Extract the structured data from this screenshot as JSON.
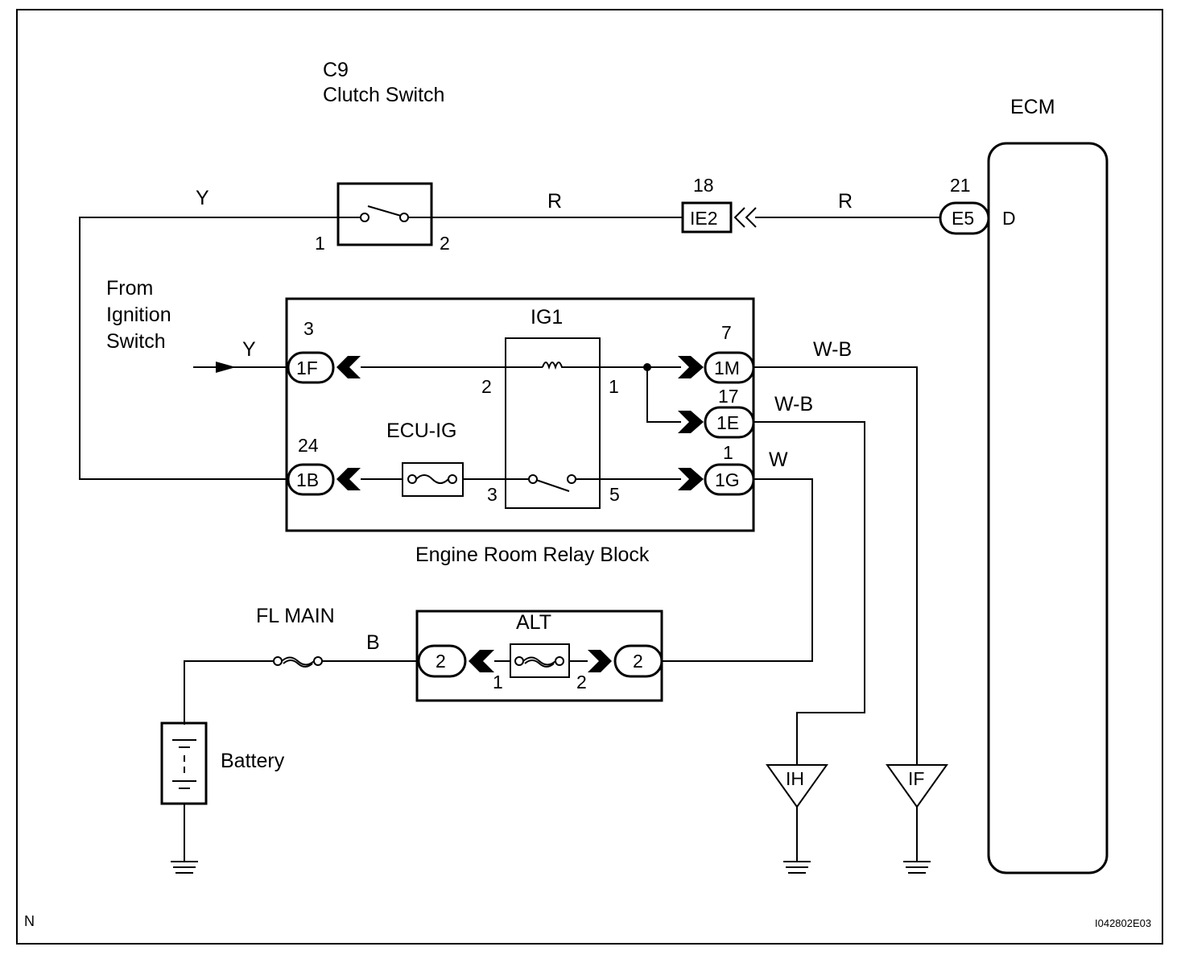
{
  "components": {
    "clutch_switch": {
      "code": "C9",
      "name": "Clutch Switch",
      "pin1": "1",
      "pin2": "2"
    },
    "ecm": {
      "name": "ECM",
      "pin_num": "21",
      "connector": "E5",
      "terminal": "D"
    },
    "ie2": {
      "pin_num": "18",
      "connector": "IE2"
    },
    "from_ignition": {
      "line1": "From",
      "line2": "Ignition",
      "line3": "Switch"
    },
    "relay_block": {
      "name": "Engine Room Relay Block",
      "relay": "IG1",
      "fuse": "ECU-IG",
      "relay_pins": {
        "p2": "2",
        "p1": "1",
        "p3": "3",
        "p5": "5"
      },
      "connectors": [
        {
          "num": "3",
          "code": "1F"
        },
        {
          "num": "24",
          "code": "1B"
        },
        {
          "num": "7",
          "code": "1M"
        },
        {
          "num": "17",
          "code": "1E"
        },
        {
          "num": "1",
          "code": "1G"
        }
      ]
    },
    "alt": {
      "name": "ALT",
      "left_conn": "2",
      "right_conn": "2",
      "pin1": "1",
      "pin2": "2"
    },
    "fl_main": {
      "name": "FL MAIN"
    },
    "battery": {
      "name": "Battery"
    },
    "grounds": {
      "ih": "IH",
      "if": "IF"
    }
  },
  "wires": {
    "y_top": "Y",
    "y_ign": "Y",
    "r_left": "R",
    "r_right": "R",
    "wb_1m": "W-B",
    "wb_1e": "W-B",
    "w_1g": "W",
    "b_main": "B"
  },
  "footer": {
    "left": "N",
    "right": "I042802E03"
  }
}
